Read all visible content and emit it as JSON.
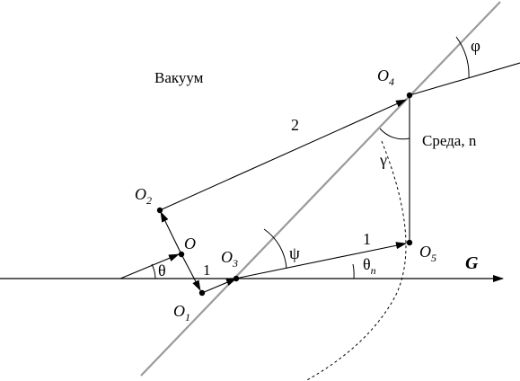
{
  "diagram": {
    "medium_labels": {
      "vacuum": "Вакуум",
      "medium": "Среда, n"
    },
    "points": {
      "O": "O",
      "O1": {
        "base": "O",
        "sub": "1"
      },
      "O2": {
        "base": "O",
        "sub": "2"
      },
      "O3": {
        "base": "O",
        "sub": "3"
      },
      "O4": {
        "base": "O",
        "sub": "4"
      },
      "O5": {
        "base": "O",
        "sub": "5"
      }
    },
    "ray_labels": {
      "ray_1_short": "1",
      "ray_1_long": "1",
      "ray_2": "2"
    },
    "angles": {
      "theta": "θ",
      "theta_n": {
        "base": "θ",
        "sub": "n"
      },
      "psi": "ψ",
      "phi": "φ",
      "gamma": "γ"
    },
    "vector_label": "G",
    "colors": {
      "boundary_line": "#9a9a9a",
      "ink": "#000000",
      "background": "#ffffff"
    }
  }
}
